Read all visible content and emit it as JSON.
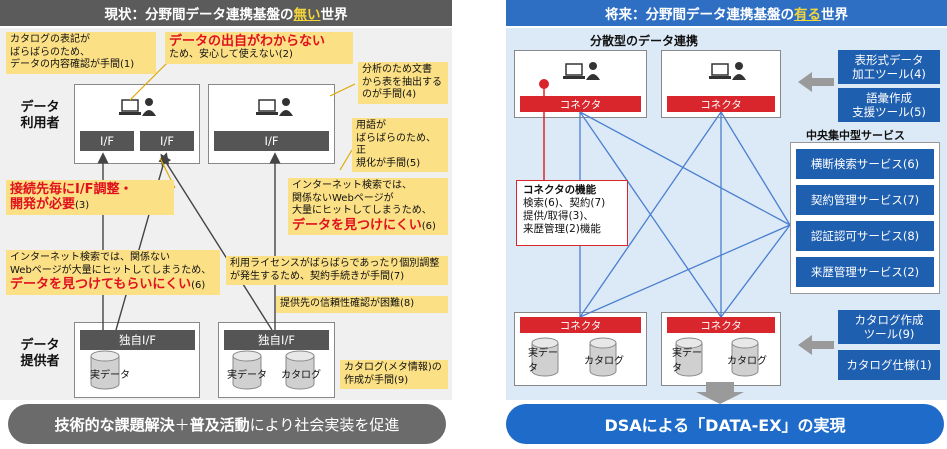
{
  "left": {
    "header_prefix": "現状：分野間データ連携基盤の",
    "header_highlight": "無い",
    "header_suffix": "世界",
    "users_label_1": "データ",
    "users_label_2": "利用者",
    "providers_label_1": "データ",
    "providers_label_2": "提供者",
    "if_label": "I/F",
    "own_if_label": "独自I/F",
    "jitsu_data": "実データ",
    "catalog": "カタログ",
    "notes": {
      "n1_l1": "カタログの表記が",
      "n1_l2": "ばらばらのため、",
      "n1_l3": "データの内容確認が手間(1)",
      "n2_red": "データの出自がわからない",
      "n2_sub": "ため、安心して使えない(2)",
      "n3_l1": "分析のため文書",
      "n3_l2": "から表を抽出する",
      "n3_l3": "のが手間(4)",
      "n4_l1": "用語が",
      "n4_l2": "ばらばらのため、正",
      "n4_l3": "規化が手間(5)",
      "n5_red1": "接続先毎にI/F調整・",
      "n5_red2": "開発が必要",
      "n5_num": "(3)",
      "n6_l1": "インターネット検索では、",
      "n6_l2": "関係ないWebページが",
      "n6_l3": "大量にヒットしてしまうため、",
      "n6_red": "データを見つけにくい",
      "n6_num": "(6)",
      "n7_l1": "インターネット検索では、関係ない",
      "n7_l2": "Webページが大量にヒットしてしまうため、",
      "n7_red": "データを見つけてもらいにくい",
      "n7_num": "(6)",
      "n8_l1": "利用ライセンスがばらばらであったり個別調整",
      "n8_l2": "が発生するため、契約手続きが手間(7)",
      "n9": "提供先の信頼性確認が困難(8)",
      "n10_l1": "カタログ(メタ情報)の",
      "n10_l2": "作成が手間(9)"
    },
    "footer_bold1": "技術的な課題解決",
    "footer_plus": "＋",
    "footer_bold2": "普及活動",
    "footer_rest": "により社会実装を促進"
  },
  "right": {
    "header_prefix": "将来：分野間データ連携基盤の",
    "header_highlight": "有る",
    "header_suffix": "世界",
    "dist_label": "分散型のデータ連携",
    "central_label": "中央集中型サービス",
    "connector": "コネクタ",
    "jitsu_data": "実データ",
    "catalog": "カタログ",
    "func_title": "コネクタの機能",
    "func_l1": "検索(6)、契約(7)",
    "func_l2": "提供/取得(3)、",
    "func_l3": "来歴管理(2)機能",
    "tool1_l1": "表形式データ",
    "tool1_l2": "加工ツール(4)",
    "tool2_l1": "語彙作成",
    "tool2_l2": "支援ツール(5)",
    "svc1": "横断検索サービス(6)",
    "svc2": "契約管理サービス(7)",
    "svc3": "認証認可サービス(8)",
    "svc4": "来歴管理サービス(2)",
    "tool3_l1": "カタログ作成",
    "tool3_l2": "ツール(9)",
    "tool4": "カタログ仕様(1)",
    "footer": "DSAによる「DATA-EX」の実現"
  }
}
